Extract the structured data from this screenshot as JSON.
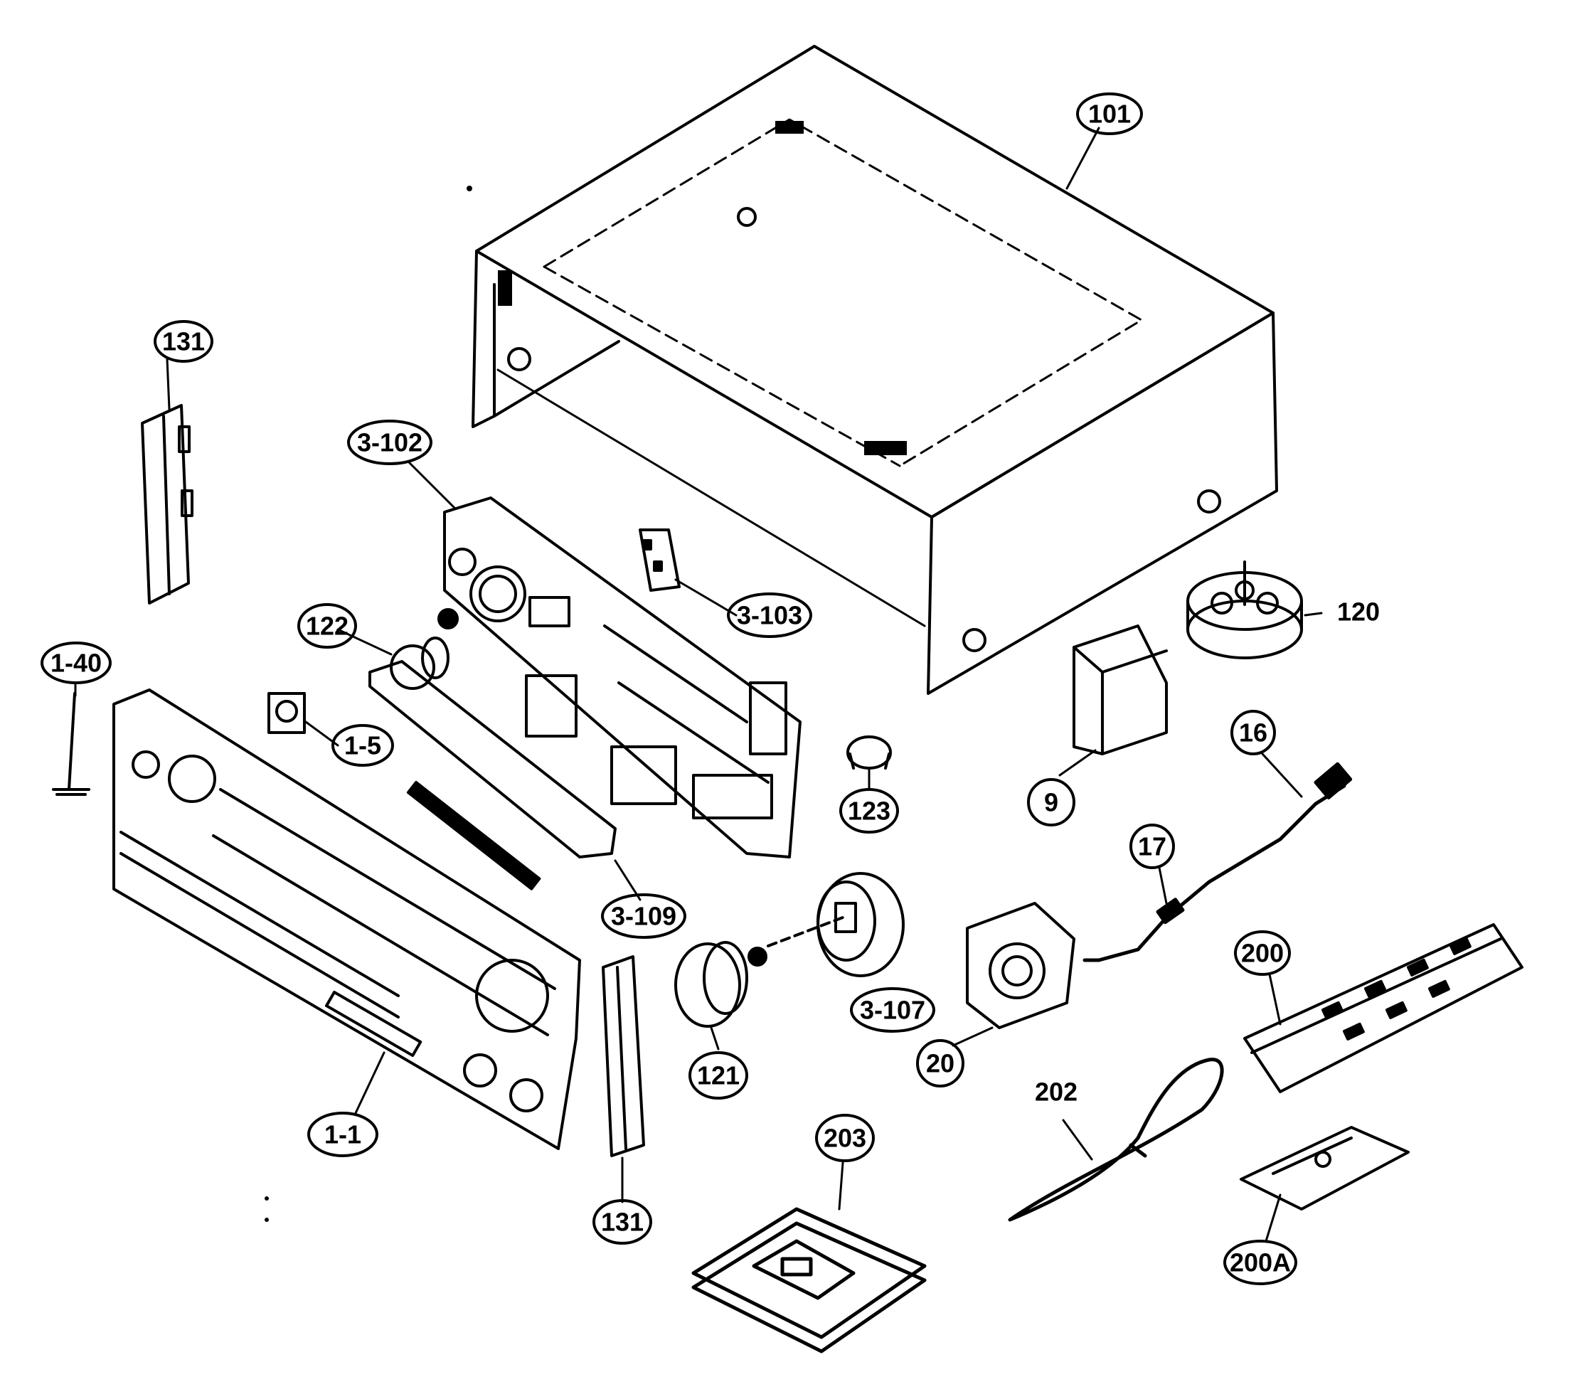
{
  "callouts": [
    {
      "id": "101",
      "label": "101"
    },
    {
      "id": "131-top",
      "label": "131"
    },
    {
      "id": "3-102",
      "label": "3-102"
    },
    {
      "id": "3-103",
      "label": "3-103"
    },
    {
      "id": "120",
      "label": "120"
    },
    {
      "id": "122",
      "label": "122"
    },
    {
      "id": "1-40",
      "label": "1-40"
    },
    {
      "id": "1-5",
      "label": "1-5"
    },
    {
      "id": "9",
      "label": "9"
    },
    {
      "id": "16",
      "label": "16"
    },
    {
      "id": "123",
      "label": "123"
    },
    {
      "id": "17",
      "label": "17"
    },
    {
      "id": "3-109",
      "label": "3-109"
    },
    {
      "id": "200",
      "label": "200"
    },
    {
      "id": "3-107",
      "label": "3-107"
    },
    {
      "id": "20",
      "label": "20"
    },
    {
      "id": "121",
      "label": "121"
    },
    {
      "id": "202",
      "label": "202"
    },
    {
      "id": "1-1",
      "label": "1-1"
    },
    {
      "id": "203",
      "label": "203"
    },
    {
      "id": "131-bottom",
      "label": "131"
    },
    {
      "id": "200A",
      "label": "200A"
    }
  ]
}
